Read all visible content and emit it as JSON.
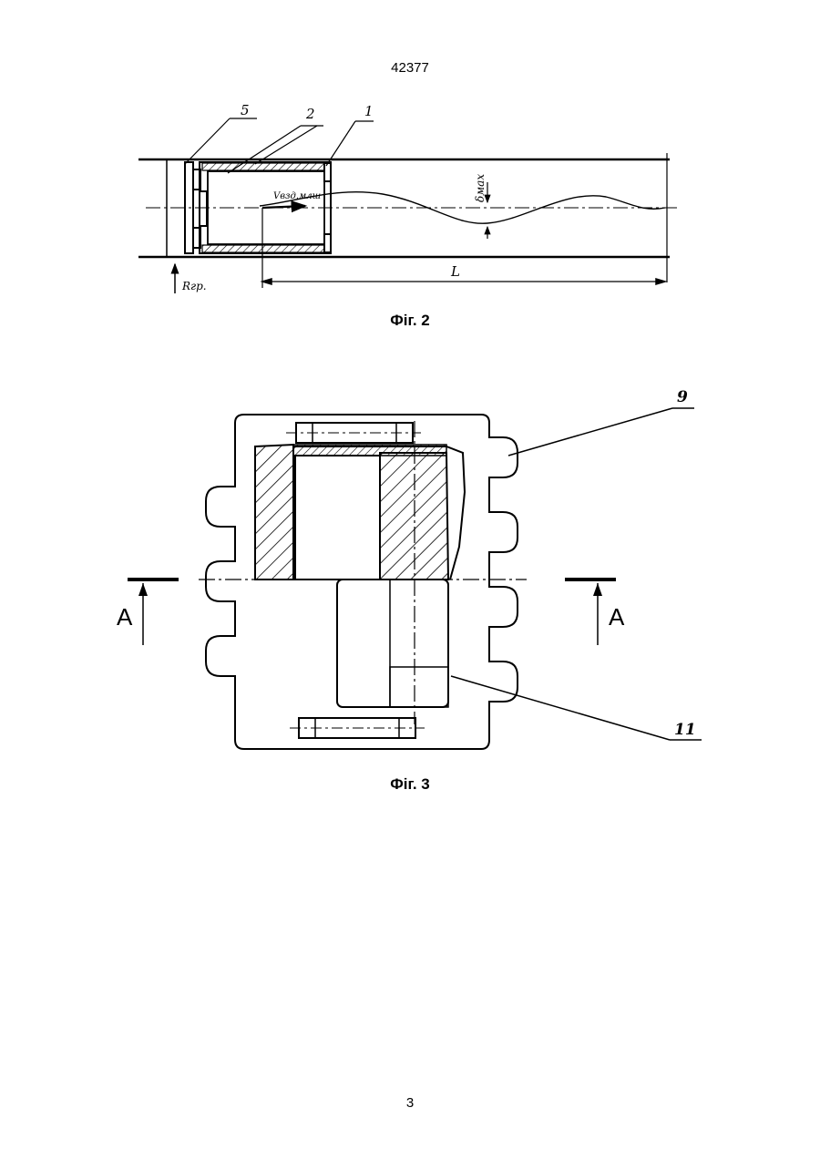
{
  "header": {
    "document_number": "42377"
  },
  "figure2": {
    "caption": "Фіг. 2",
    "labels": {
      "part_5": "5",
      "part_2": "2",
      "part_1": "1",
      "velocity": "Vвзд.млш",
      "deflection": "δмах",
      "length": "L",
      "reaction": "Rгр."
    }
  },
  "figure3": {
    "caption": "Фіг. 3",
    "labels": {
      "part_9": "9",
      "part_11": "11",
      "section_left": "A",
      "section_right": "A"
    }
  },
  "footer": {
    "page_number": "3"
  }
}
